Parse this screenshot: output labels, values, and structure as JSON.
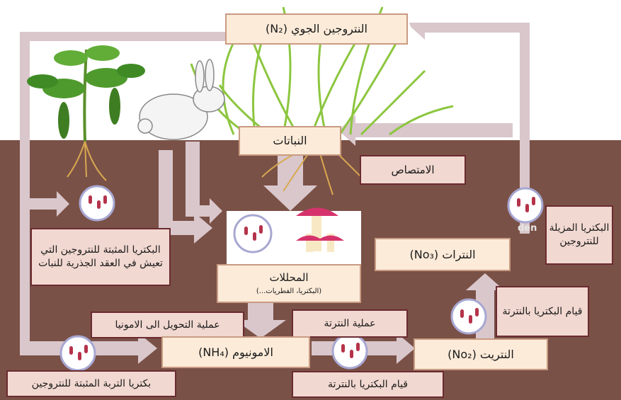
{
  "diagram": {
    "atmospheric_nitrogen": "النتروجين الجوي (N₂)",
    "plants": "النباتات",
    "absorption": "الامتصاص",
    "nitrogen_fixing_bacteria_nodules": "البكتريا المثبتة للنتروجين التي تعيش في العقد الجذرية للنبات",
    "decomposers": "المحللات",
    "decomposers_examples": "(البكتريا، الفطريات...)",
    "nitrates": "النترات (No₃)",
    "denitrifying_bacteria": "البكتريا المزيلة للنتروجين",
    "den_label": "den",
    "nitrifying_bacteria_1": "قيام البكتريا بالنترتة",
    "ammonification": "عملية التحويل الى الامونيا",
    "nitrification": "عملية النترتة",
    "ammonium": "الامونيوم (NH₄)",
    "nitrite": "النتريت (No₂)",
    "soil_nitrogen_fixing_bacteria": "بكتريا التربة المثبتة للنتروجين",
    "nitrifying_bacteria_2": "قيام البكتريا بالنترتة"
  },
  "colors": {
    "sky": "#ffffff",
    "soil": "#7a5147",
    "arrow": "#d9c7cc",
    "light_box": "#fcebd9",
    "pink_box": "#f1d8d0",
    "box_border_dark": "#6b2b31",
    "bacteria": "#b5334a"
  },
  "icons": [
    "bean-plant-icon",
    "rabbit-icon",
    "grass-icon",
    "mushroom-icon",
    "bacteria-icon"
  ]
}
